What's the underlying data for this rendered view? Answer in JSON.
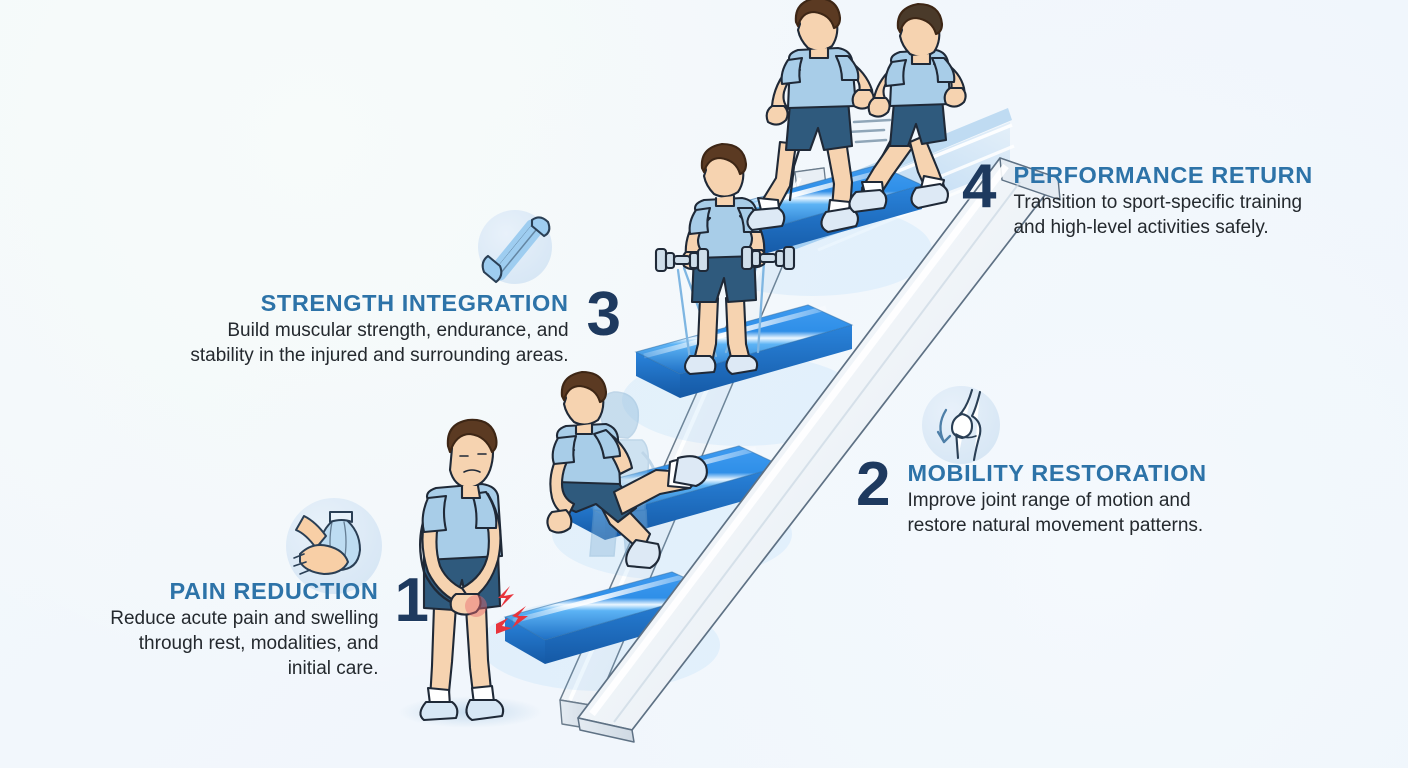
{
  "theme": {
    "background": "#f2f7fb",
    "heading_color": "#2d73a8",
    "number_color": "#1e3a5f",
    "body_color": "#24292e",
    "step_blue": "#2f8fe8",
    "step_blue_dark": "#1e6fc4",
    "rail_white": "#f4f7fa",
    "shirt_blue": "#a8cde8",
    "shorts_navy": "#2f5a7d",
    "skin": "#f6d3b0",
    "hair_brown": "#5b3a22",
    "pain_red": "#e8343c",
    "track_blue": "#bcd9f2",
    "icon_badge": "#dbe9f6"
  },
  "steps": [
    {
      "number": "1",
      "title": "PAIN REDUCTION",
      "description": "Reduce acute pain and swelling\nthrough rest, modalities, and\ninitial care.",
      "align": "right",
      "icon": "ice-pack-icon",
      "figure": "injured-knee-figure"
    },
    {
      "number": "2",
      "title": "MOBILITY RESTORATION",
      "description": "Improve joint range of motion and\nrestore natural movement patterns.",
      "align": "left",
      "icon": "knee-joint-icon",
      "figure": "seated-leg-raise-figure"
    },
    {
      "number": "3",
      "title": "STRENGTH INTEGRATION",
      "description": "Build muscular strength, endurance, and\nstability in the injured and surrounding areas.",
      "align": "right",
      "icon": "resistance-band-icon",
      "figure": "dumbbell-curl-figure"
    },
    {
      "number": "4",
      "title": "PERFORMANCE RETURN",
      "description": "Transition to sport-specific training\nand high-level activities safely.",
      "align": "left",
      "icon": "running-track-icon",
      "figure": "runners-figure"
    }
  ]
}
